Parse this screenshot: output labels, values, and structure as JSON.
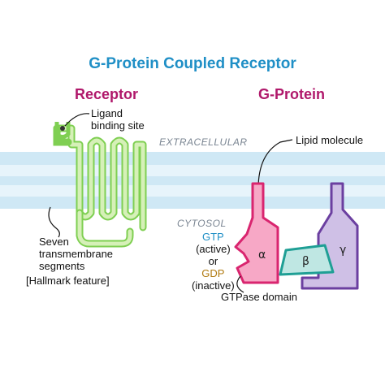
{
  "title": "G-Protein Coupled Receptor",
  "sections": {
    "receptor": "Receptor",
    "gprotein": "G-Protein"
  },
  "membrane": {
    "extracellular": "EXTRACELLULAR",
    "cytosol": "CYTOSOL"
  },
  "labels": {
    "ligand_line1": "Ligand",
    "ligand_line2": "binding site",
    "lipid": "Lipid molecule",
    "seven_line1": "Seven",
    "seven_line2": "transmembrane",
    "seven_line3": "segments",
    "hallmark": "[Hallmark feature]",
    "gtp": "GTP",
    "active": "(active)",
    "or": "or",
    "gdp": "GDP",
    "inactive": "(inactive)",
    "gtpase": "GTPase domain"
  },
  "subunits": {
    "alpha": "α",
    "beta": "β",
    "gamma": "γ"
  },
  "colors": {
    "title": "#1f8fc6",
    "section": "#b0186b",
    "receptor_fill": "#d6f0b8",
    "receptor_stroke": "#7fcf52",
    "membrane": "#cfe8f5",
    "alpha_fill": "#f7a8c6",
    "alpha_stroke": "#d9256f",
    "beta_fill": "#bfe7e3",
    "beta_stroke": "#1f9f95",
    "gamma_fill": "#cfc0e6",
    "gamma_stroke": "#6b3fa0",
    "lipid": "#3b4fa8",
    "gtp": "#1f8fc6",
    "gdp": "#b07a10"
  }
}
